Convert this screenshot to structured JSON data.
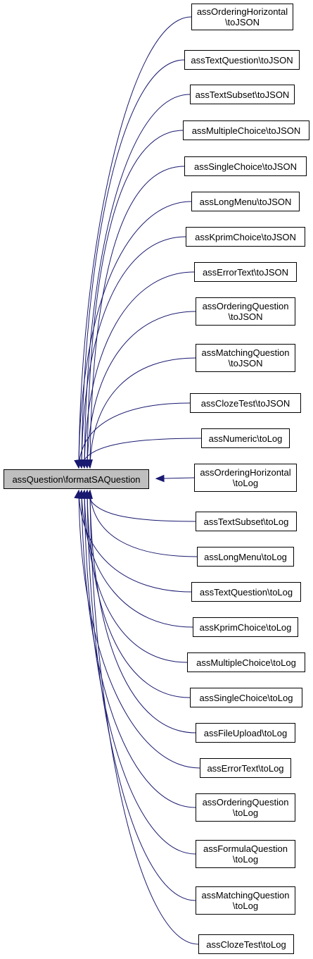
{
  "graph": {
    "root": {
      "label": "assQuestion\\formatSAQuestion"
    },
    "edge_color": "#191970",
    "callers": [
      {
        "lines": [
          "assOrderingHorizontal",
          "\\toJSON"
        ]
      },
      {
        "lines": [
          "assTextQuestion\\toJSON"
        ]
      },
      {
        "lines": [
          "assTextSubset\\toJSON"
        ]
      },
      {
        "lines": [
          "assMultipleChoice\\toJSON"
        ]
      },
      {
        "lines": [
          "assSingleChoice\\toJSON"
        ]
      },
      {
        "lines": [
          "assLongMenu\\toJSON"
        ]
      },
      {
        "lines": [
          "assKprimChoice\\toJSON"
        ]
      },
      {
        "lines": [
          "assErrorText\\toJSON"
        ]
      },
      {
        "lines": [
          "assOrderingQuestion",
          "\\toJSON"
        ]
      },
      {
        "lines": [
          "assMatchingQuestion",
          "\\toJSON"
        ]
      },
      {
        "lines": [
          "assClozeTest\\toJSON"
        ]
      },
      {
        "lines": [
          "assNumeric\\toLog"
        ]
      },
      {
        "lines": [
          "assOrderingHorizontal",
          "\\toLog"
        ]
      },
      {
        "lines": [
          "assTextSubset\\toLog"
        ]
      },
      {
        "lines": [
          "assLongMenu\\toLog"
        ]
      },
      {
        "lines": [
          "assTextQuestion\\toLog"
        ]
      },
      {
        "lines": [
          "assKprimChoice\\toLog"
        ]
      },
      {
        "lines": [
          "assMultipleChoice\\toLog"
        ]
      },
      {
        "lines": [
          "assSingleChoice\\toLog"
        ]
      },
      {
        "lines": [
          "assFileUpload\\toLog"
        ]
      },
      {
        "lines": [
          "assErrorText\\toLog"
        ]
      },
      {
        "lines": [
          "assOrderingQuestion",
          "\\toLog"
        ]
      },
      {
        "lines": [
          "assFormulaQuestion",
          "\\toLog"
        ]
      },
      {
        "lines": [
          "assMatchingQuestion",
          "\\toLog"
        ]
      },
      {
        "lines": [
          "assClozeTest\\toLog"
        ]
      }
    ]
  }
}
